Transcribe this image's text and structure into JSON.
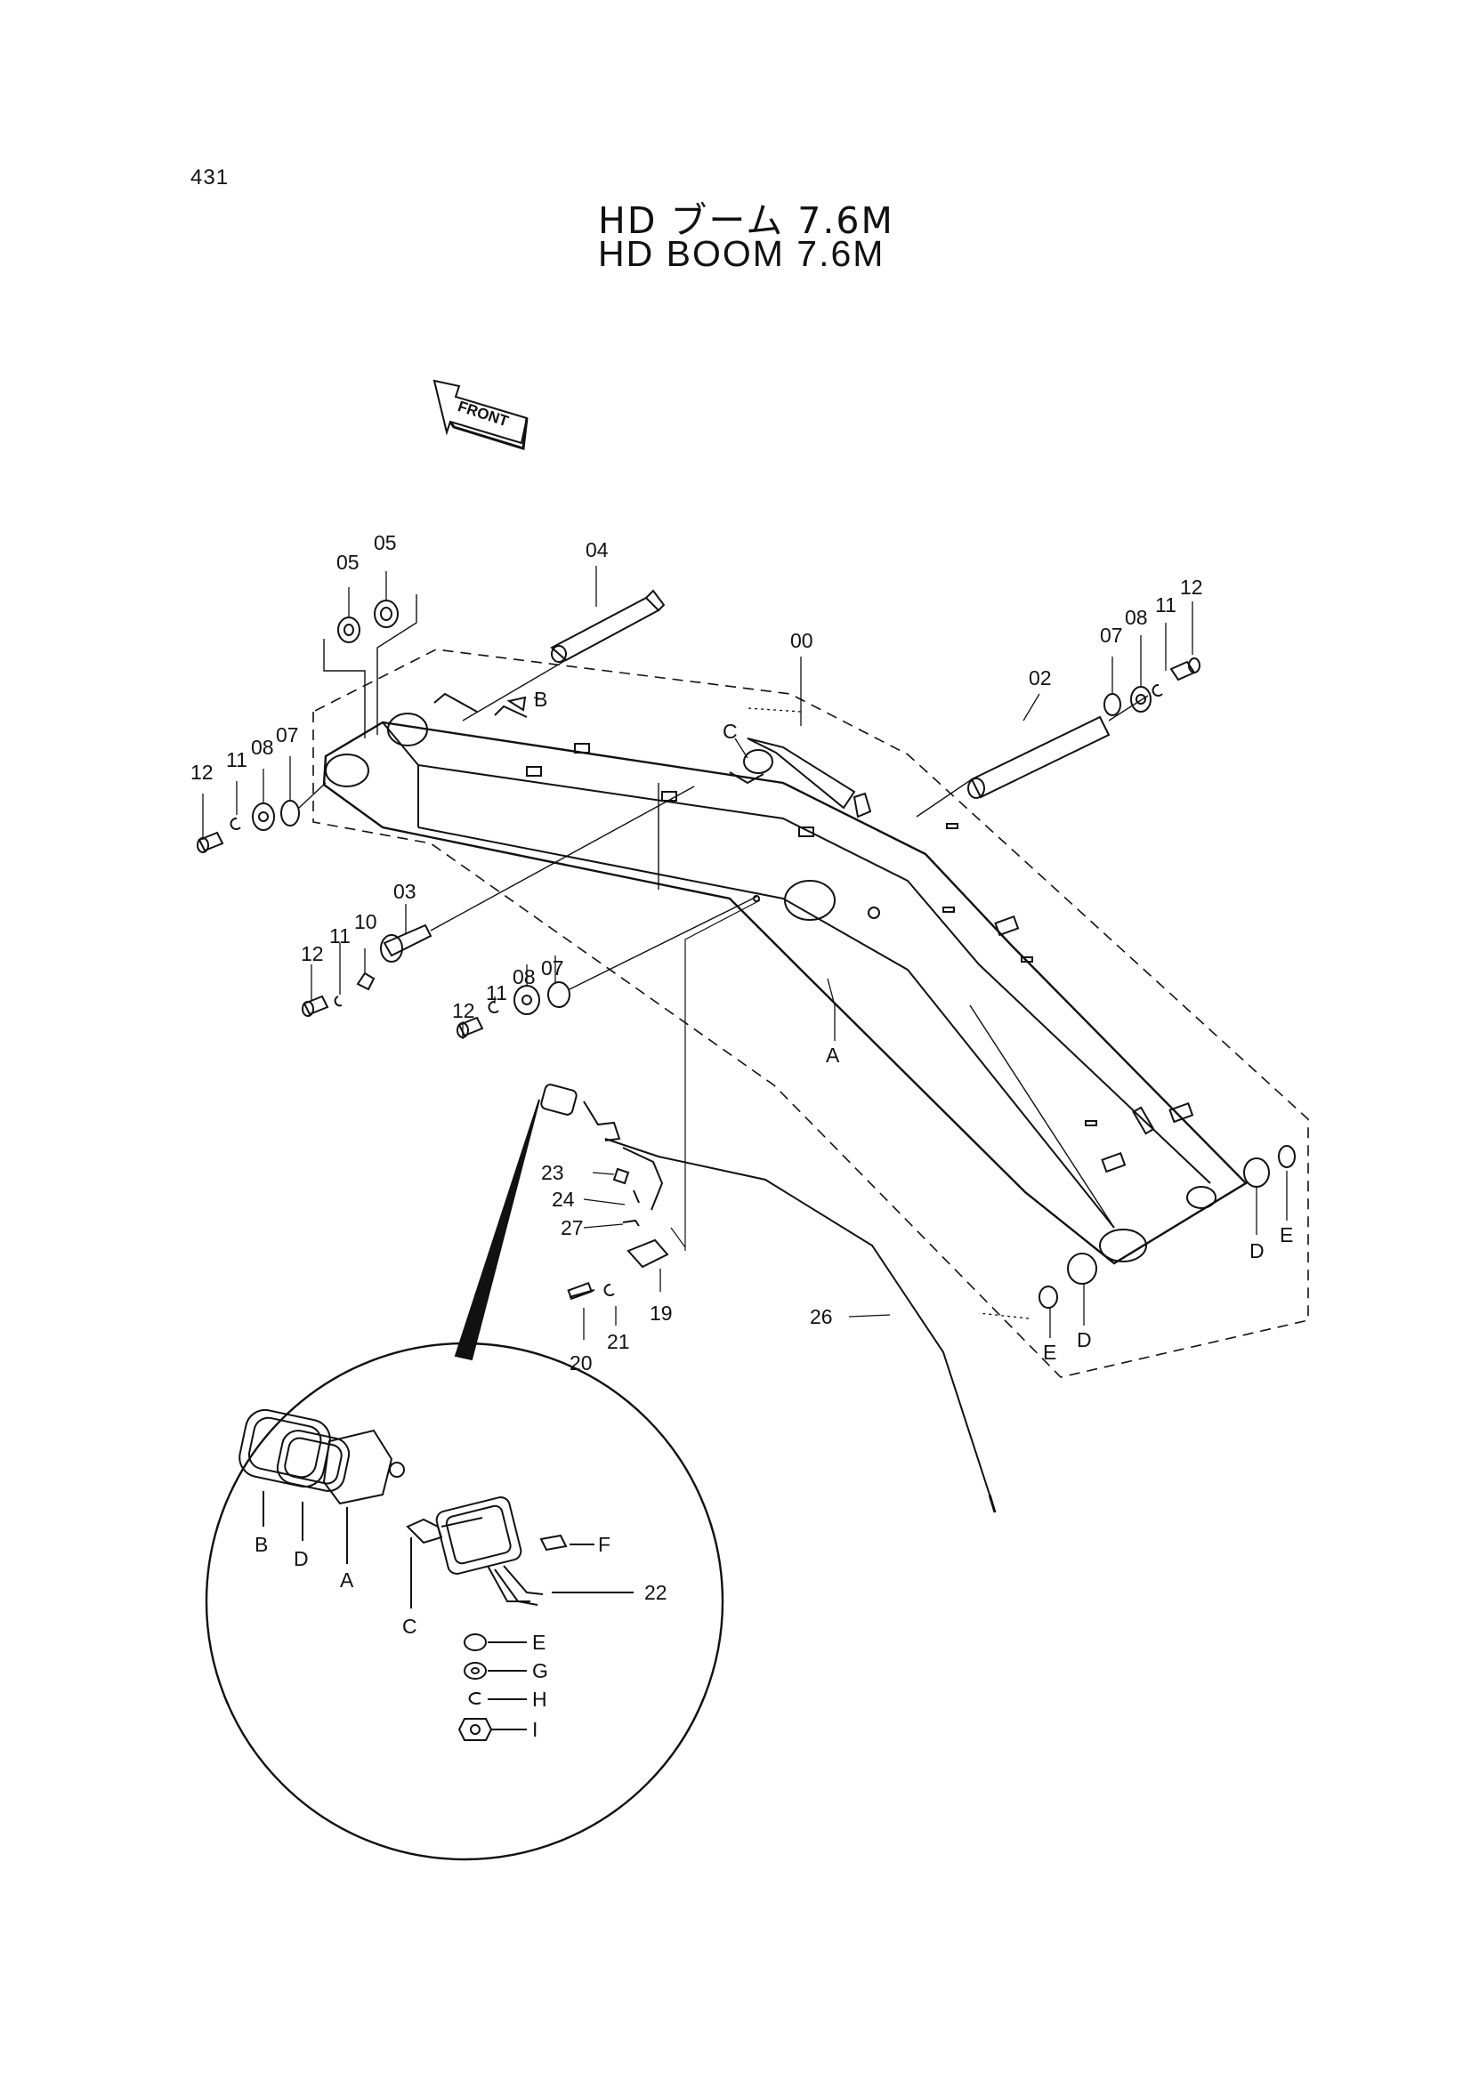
{
  "page_number": "431",
  "title_ja": "HD ブーム 7.6M",
  "title_en": "HD BOOM 7.6M",
  "front_label": "FRONT",
  "labels": {
    "p00": "00",
    "p02": "02",
    "p03": "03",
    "p04": "04",
    "p05a": "05",
    "p05b": "05",
    "p07a": "07",
    "p07b": "07",
    "p07c": "07",
    "p08a": "08",
    "p08b": "08",
    "p08c": "08",
    "p10": "10",
    "p11a": "11",
    "p11b": "11",
    "p11c": "11",
    "p11d": "11",
    "p12a": "12",
    "p12b": "12",
    "p12c": "12",
    "p12d": "12",
    "p19": "19",
    "p20": "20",
    "p21": "21",
    "p22": "22",
    "p23": "23",
    "p24": "24",
    "p26": "26",
    "p27": "27",
    "refA": "A",
    "refB": "B",
    "refC": "C",
    "refD1": "D",
    "refD2": "D",
    "refE1": "E",
    "refE2": "E",
    "lampA": "A",
    "lampB": "B",
    "lampC": "C",
    "lampD": "D",
    "lampE": "E",
    "lampF": "F",
    "lampG": "G",
    "lampH": "H",
    "lampI": "I"
  }
}
